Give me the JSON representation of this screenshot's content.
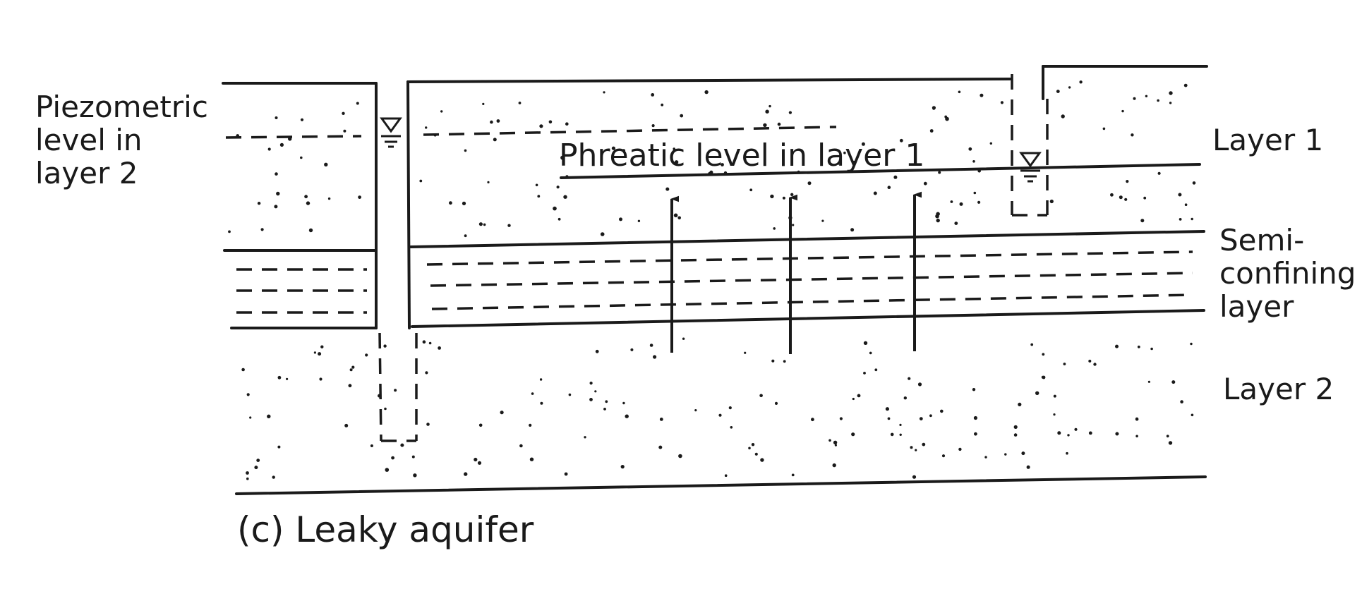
{
  "labels": {
    "piezometric": "Piezometric\nlevel in\nlayer 2",
    "phreatic": "Phreatic level in layer 1",
    "layer1": "Layer 1",
    "semiconfining": "Semi-\nconfining\nlayer",
    "layer2": "Layer 2",
    "caption": "(c) Leaky aquifer"
  },
  "icons": {
    "water_level_symbol": "water-table-triangle-icon",
    "flow_arrow": "upward-arrow-icon"
  },
  "colors": {
    "ink": "#1a1a1a",
    "background": "#ffffff"
  }
}
